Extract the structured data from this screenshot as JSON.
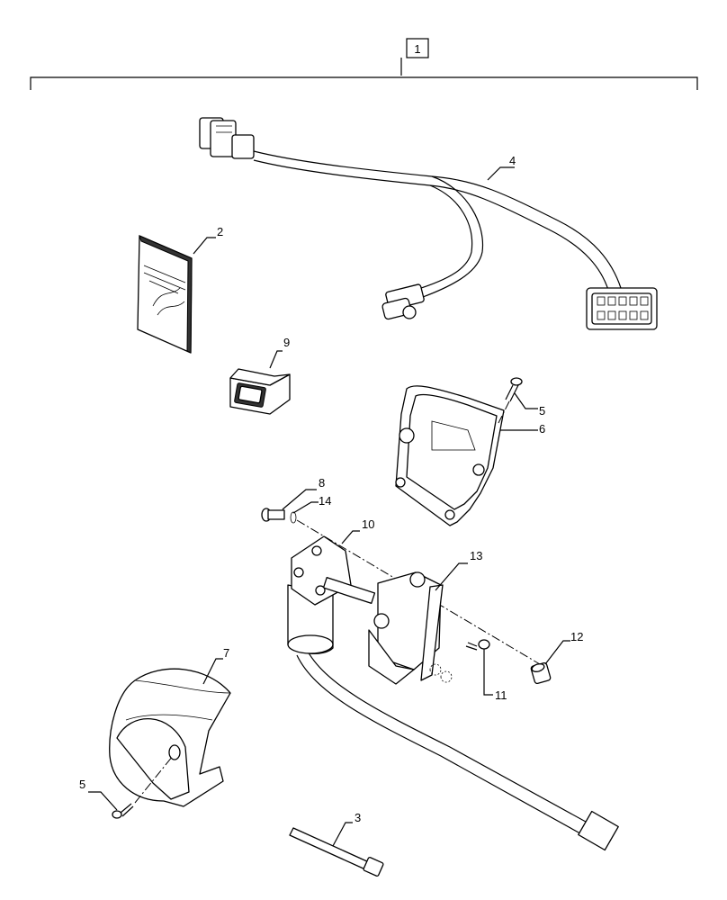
{
  "assembly_label": "1",
  "callouts": {
    "c2": "2",
    "c3": "3",
    "c4": "4",
    "c5a": "5",
    "c5b": "5",
    "c6": "6",
    "c7": "7",
    "c8": "8",
    "c9": "9",
    "c10": "10",
    "c11": "11",
    "c12": "12",
    "c13": "13",
    "c14": "14"
  }
}
